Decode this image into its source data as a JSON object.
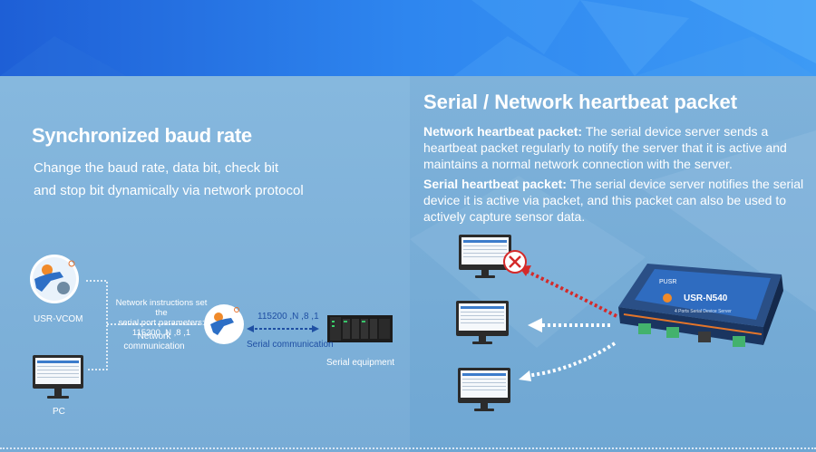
{
  "left": {
    "title": "Synchronized baud rate",
    "desc_line1": "Change the baud rate, data bit, check bit",
    "desc_line2": "and stop bit dynamically via network protocol"
  },
  "diagram": {
    "usr_vcom_label": "USR-VCOM",
    "pc_label": "PC",
    "instr_line1": "Network instructions set the",
    "instr_line2": "serial port parameters:",
    "instr_line3": "115200 ,N ,8 ,1",
    "netcomm_line1": "Network",
    "netcomm_line2": "communication",
    "serial_params": "115200 ,N ,8 ,1",
    "serial_comm": "Serial communication",
    "serial_equipment": "Serial equipment"
  },
  "right": {
    "title": "Serial / Network heartbeat packet",
    "p1_bold": "Network heartbeat packet:",
    "p1_text": " The serial device server sends a heartbeat packet regularly to notify the server that it is active and maintains a normal network connection with the server.",
    "p2_bold": "Serial heartbeat packet:",
    "p2_text": " The serial device server notifies the serial device it is active via packet, and this packet can also be used to actively capture sensor data.",
    "device_brand": "PUSR",
    "device_model": "USR-N540",
    "device_sub": "4 Ports Serial Device Server"
  }
}
